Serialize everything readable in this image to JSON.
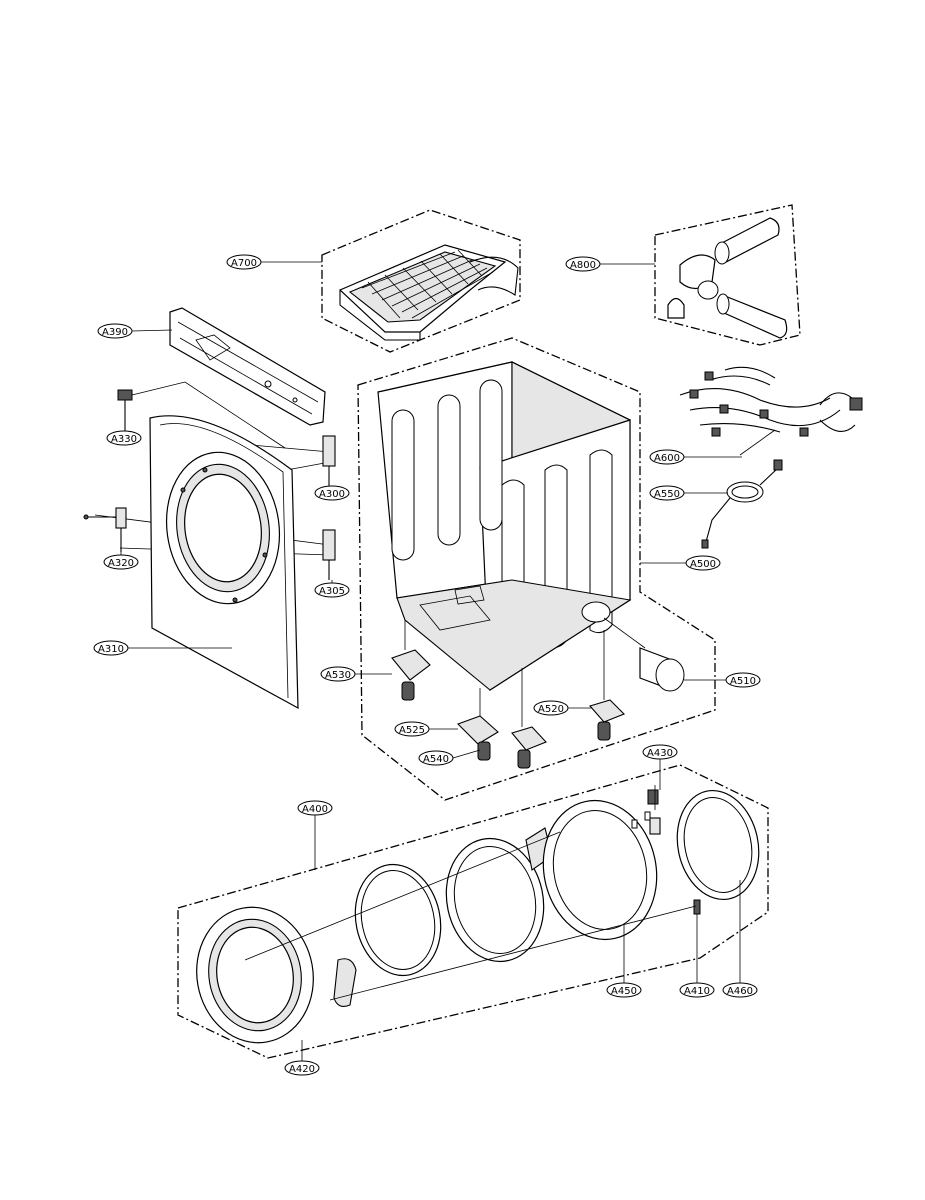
{
  "labels": {
    "a700": "A700",
    "a800": "A800",
    "a390": "A390",
    "a330": "A330",
    "a300": "A300",
    "a320": "A320",
    "a305": "A305",
    "a310": "A310",
    "a600": "A600",
    "a550": "A550",
    "a500": "A500",
    "a510": "A510",
    "a530": "A530",
    "a525": "A525",
    "a520": "A520",
    "a540": "A540",
    "a400": "A400",
    "a430": "A430",
    "a450": "A450",
    "a410": "A410",
    "a460": "A460",
    "a420": "A420"
  }
}
